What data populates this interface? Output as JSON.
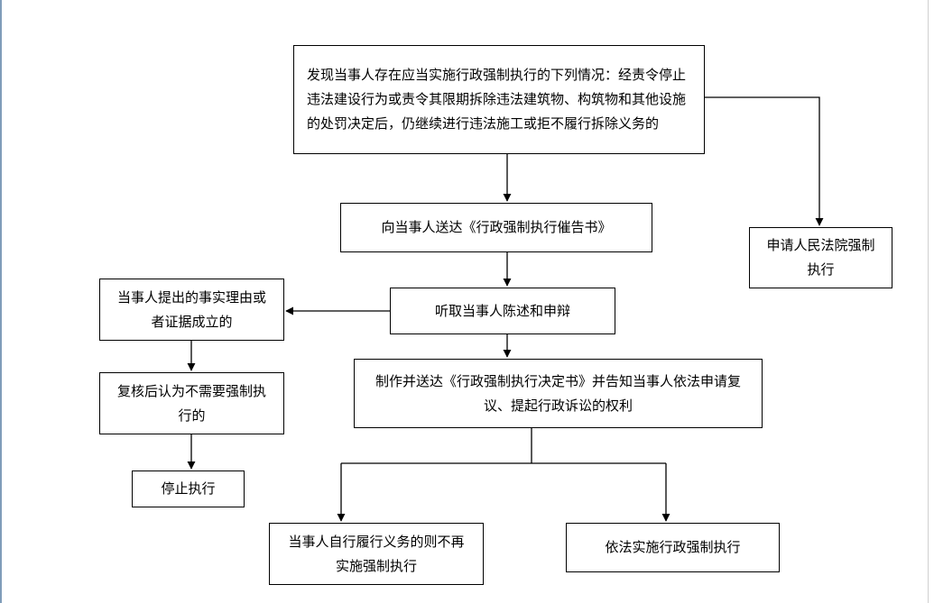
{
  "flowchart": {
    "start": "发现当事人存在应当实施行政强制执行的下列情况：经责令停止违法建设行为或责令其限期拆除违法建筑物、构筑物和其他设施的处罚决定后，仍继续进行违法施工或拒不履行拆除义务的",
    "apply_court": "申请人民法院强制执行",
    "notice": "向当事人送达《行政强制执行催告书》",
    "hear": "听取当事人陈述和申辩",
    "facts_established": "当事人提出的事实理由或者证据成立的",
    "decision": "制作并送达《行政强制执行决定书》并告知当事人依法申请复议、提起行政诉讼的权利",
    "review_no_need": "复核后认为不需要强制执行的",
    "stop": "停止执行",
    "self_fulfilled": "当事人自行履行义务的则不再实施强制执行",
    "enforce_by_law": "依法实施行政强制执行"
  },
  "colors": {
    "line": "#000000",
    "frame": "#7f9db9",
    "background": "#ffffff"
  }
}
